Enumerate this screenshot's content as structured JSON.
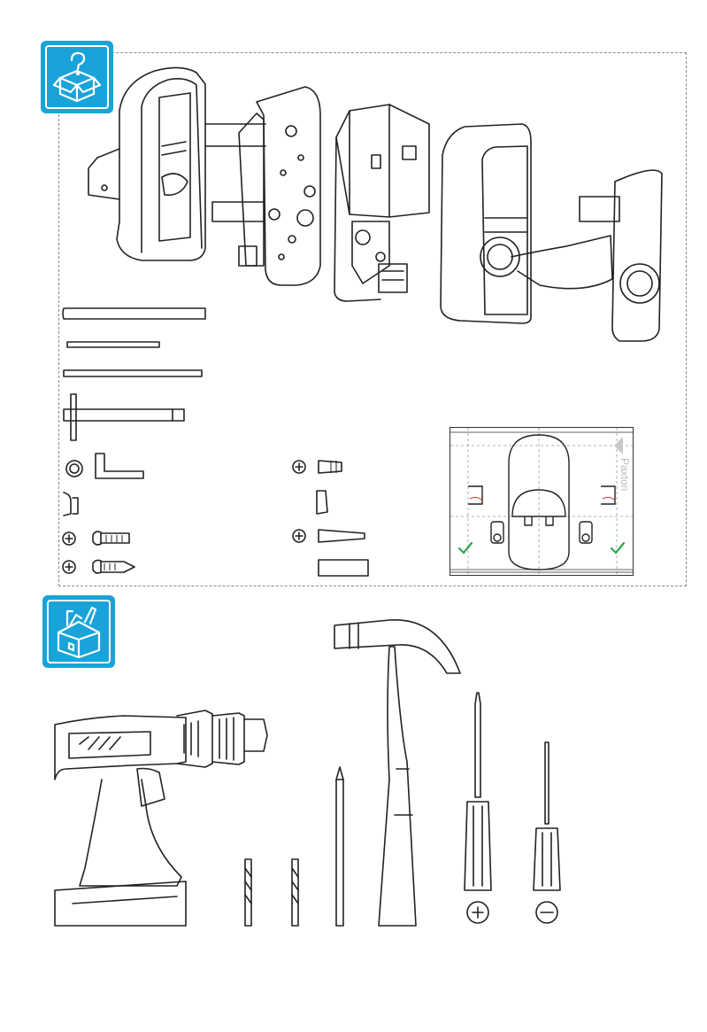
{
  "sections": {
    "box_contents": {
      "icon": "box-question-icon"
    },
    "tools_required": {
      "icon": "toolbox-icon"
    }
  },
  "template": {
    "brand": "Paxton"
  },
  "handle_brand": "Paxton",
  "colors": {
    "accent": "#1aa3d9",
    "check": "#2aa84a",
    "line": "#222222"
  },
  "tools": [
    "cordless-drill",
    "drill-bit",
    "drill-bit",
    "pencil",
    "claw-hammer",
    "phillips-screwdriver",
    "flat-screwdriver"
  ]
}
